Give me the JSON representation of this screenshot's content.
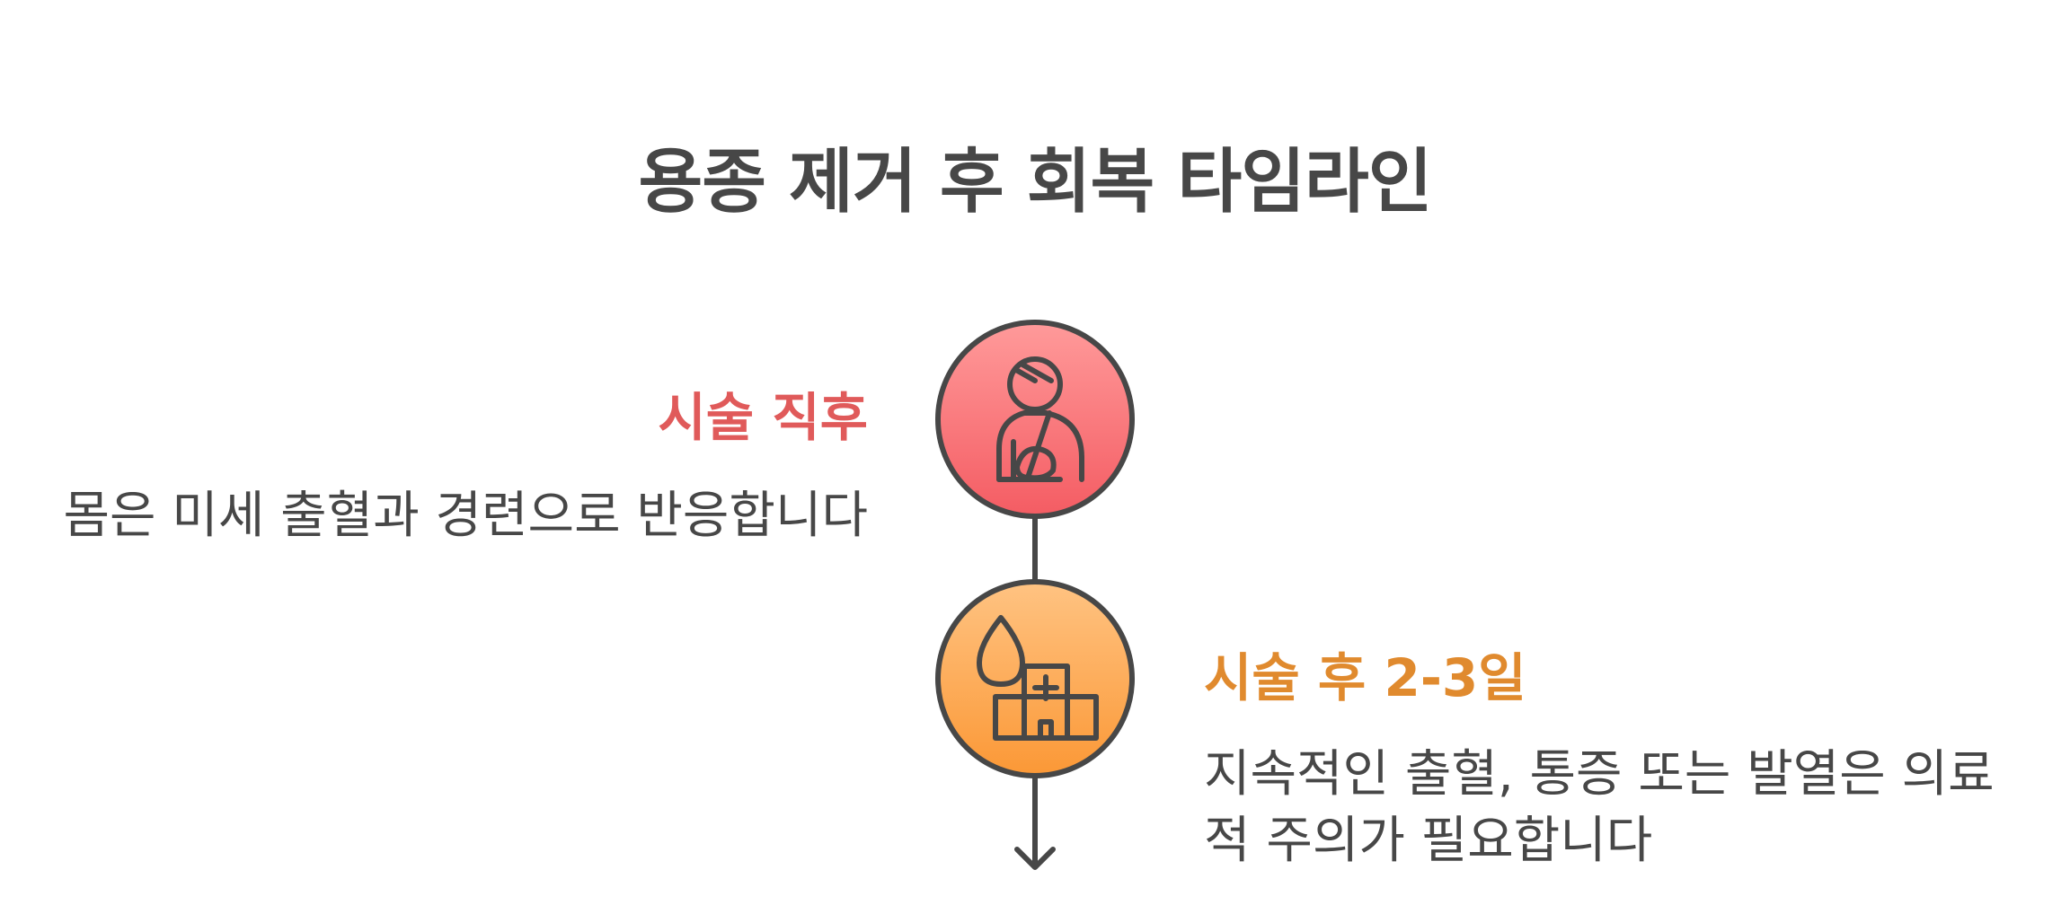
{
  "title": "용종 제거 후 회복 타임라인",
  "stages": [
    {
      "heading": "시술 직후",
      "description": "몸은 미세 출혈과 경련으로 반응합니다",
      "color": "#e05a5a",
      "icon": "injured-person-icon"
    },
    {
      "heading": "시술 후 2-3일",
      "description": "지속적인 출혈, 통증 또는 발열은 의료적 주의가 필요합니다",
      "color": "#e08a2e",
      "icon": "blood-drop-hospital-icon"
    }
  ]
}
